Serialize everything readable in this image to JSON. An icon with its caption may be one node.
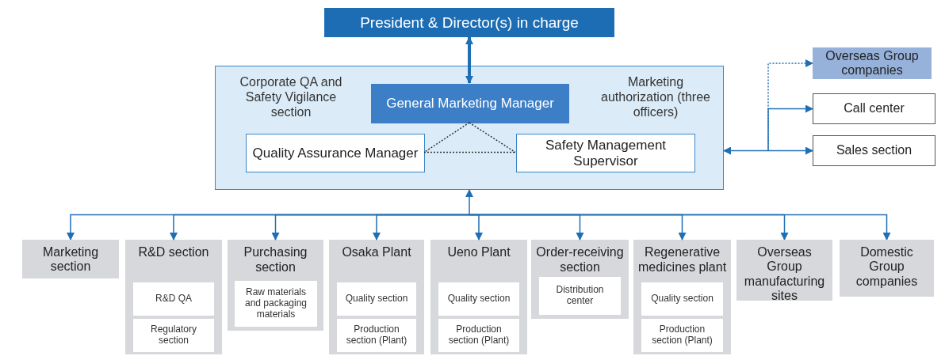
{
  "diagram": {
    "nodes": [
      {
        "text": [
          "President & Director(s) in charge"
        ]
      },
      {
        "text": [
          "Corporate QA and Safety Vigilance section",
          "Marketing authorization (three officers)"
        ]
      },
      {
        "text": [
          "General Marketing Manager"
        ],
        "in": 1
      },
      {
        "text": [
          "Quality Assurance Manager"
        ],
        "in": 1
      },
      {
        "text": [
          "Safety Management Supervisor"
        ],
        "in": 1
      },
      {
        "text": [
          "Overseas Group companies"
        ]
      },
      {
        "text": [
          "Call center"
        ]
      },
      {
        "text": [
          "Sales section"
        ]
      },
      {
        "text": [
          "Marketing section"
        ]
      },
      {
        "text": [
          "R&D section"
        ]
      },
      {
        "text": [
          "R&D QA"
        ],
        "in": 9
      },
      {
        "text": [
          "Regulatory section"
        ],
        "in": 9
      },
      {
        "text": [
          "Purchasing section"
        ]
      },
      {
        "text": [
          "Raw materials and packaging materials"
        ],
        "in": 12
      },
      {
        "text": [
          "Osaka Plant"
        ]
      },
      {
        "text": [
          "Quality section"
        ],
        "in": 14
      },
      {
        "text": [
          "Production section (Plant)"
        ],
        "in": 14
      },
      {
        "text": [
          "Ueno Plant"
        ]
      },
      {
        "text": [
          "Quality section"
        ],
        "in": 17
      },
      {
        "text": [
          "Production section (Plant)"
        ],
        "in": 17
      },
      {
        "text": [
          "Order-receiving section"
        ]
      },
      {
        "text": [
          "Distribution center"
        ],
        "in": 20
      },
      {
        "text": [
          "Regenerative medicines plant"
        ]
      },
      {
        "text": [
          "Quality section"
        ],
        "in": 22
      },
      {
        "text": [
          "Production section (Plant)"
        ],
        "in": 22
      },
      {
        "text": [
          "Overseas Group manufacturing sites"
        ]
      },
      {
        "text": [
          "Domestic Group companies"
        ]
      }
    ],
    "edges": [
      {
        "from": 0,
        "to": 2,
        "arrow": "both",
        "style": "thick"
      },
      {
        "from": 2,
        "to": 3,
        "arrow": "none",
        "style": "dashed",
        "color": "#333333"
      },
      {
        "from": 2,
        "to": 4,
        "arrow": "none",
        "style": "dashed",
        "color": "#333333"
      },
      {
        "from": 3,
        "to": 4,
        "arrow": "none",
        "style": "dashed",
        "color": "#333333"
      },
      {
        "from": 1,
        "to": 5,
        "arrow": "both",
        "style": "dashed"
      },
      {
        "from": 1,
        "to": 6,
        "arrow": "both"
      },
      {
        "from": 1,
        "to": 7,
        "arrow": "both"
      },
      {
        "from": 1,
        "to": 8,
        "arrow": "both"
      },
      {
        "from": 1,
        "to": 9,
        "arrow": "both"
      },
      {
        "from": 1,
        "to": 12,
        "arrow": "both"
      },
      {
        "from": 1,
        "to": 14,
        "arrow": "both"
      },
      {
        "from": 1,
        "to": 17,
        "arrow": "both"
      },
      {
        "from": 1,
        "to": 20,
        "arrow": "both"
      },
      {
        "from": 1,
        "to": 22,
        "arrow": "both"
      },
      {
        "from": 1,
        "to": 25,
        "arrow": "both"
      },
      {
        "from": 1,
        "to": 26,
        "arrow": "both"
      }
    ]
  }
}
